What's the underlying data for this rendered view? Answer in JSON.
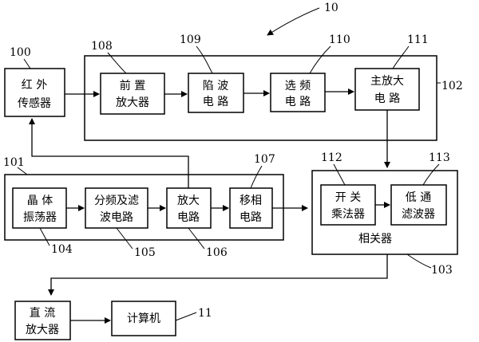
{
  "diagram": {
    "figure_ref": "10",
    "blocks": {
      "sensor": {
        "line1": "红  外",
        "line2": "传感器",
        "ref": "100"
      },
      "preamp": {
        "line1": "前  置",
        "line2": "放大器",
        "ref": "108"
      },
      "notch": {
        "line1": "陷  波",
        "line2": "电  路",
        "ref": "109"
      },
      "freq_select": {
        "line1": "选  频",
        "line2": "电  路",
        "ref": "110"
      },
      "main_amp": {
        "line1": "主放大",
        "line2": "电  路",
        "ref": "111"
      },
      "group_upper": {
        "ref": "102"
      },
      "group_lower": {
        "ref": "101"
      },
      "crystal": {
        "line1": "晶  体",
        "line2": "振荡器",
        "ref": "104"
      },
      "divider_filter": {
        "line1": "分频及滤",
        "line2": "波电路",
        "ref": "105"
      },
      "amp": {
        "line1": "放大",
        "line2": "电路",
        "ref": "106"
      },
      "phase_shift": {
        "line1": "移相",
        "line2": "电路",
        "ref": "107"
      },
      "correlator": {
        "label": "相关器",
        "ref": "103"
      },
      "switch_mult": {
        "line1": "开  关",
        "line2": "乘法器",
        "ref": "112"
      },
      "lowpass": {
        "line1": "低  通",
        "line2": "滤波器",
        "ref": "113"
      },
      "dc_amp": {
        "line1": "直  流",
        "line2": "放大器"
      },
      "computer": {
        "label": "计算机",
        "ref": "11"
      }
    }
  }
}
